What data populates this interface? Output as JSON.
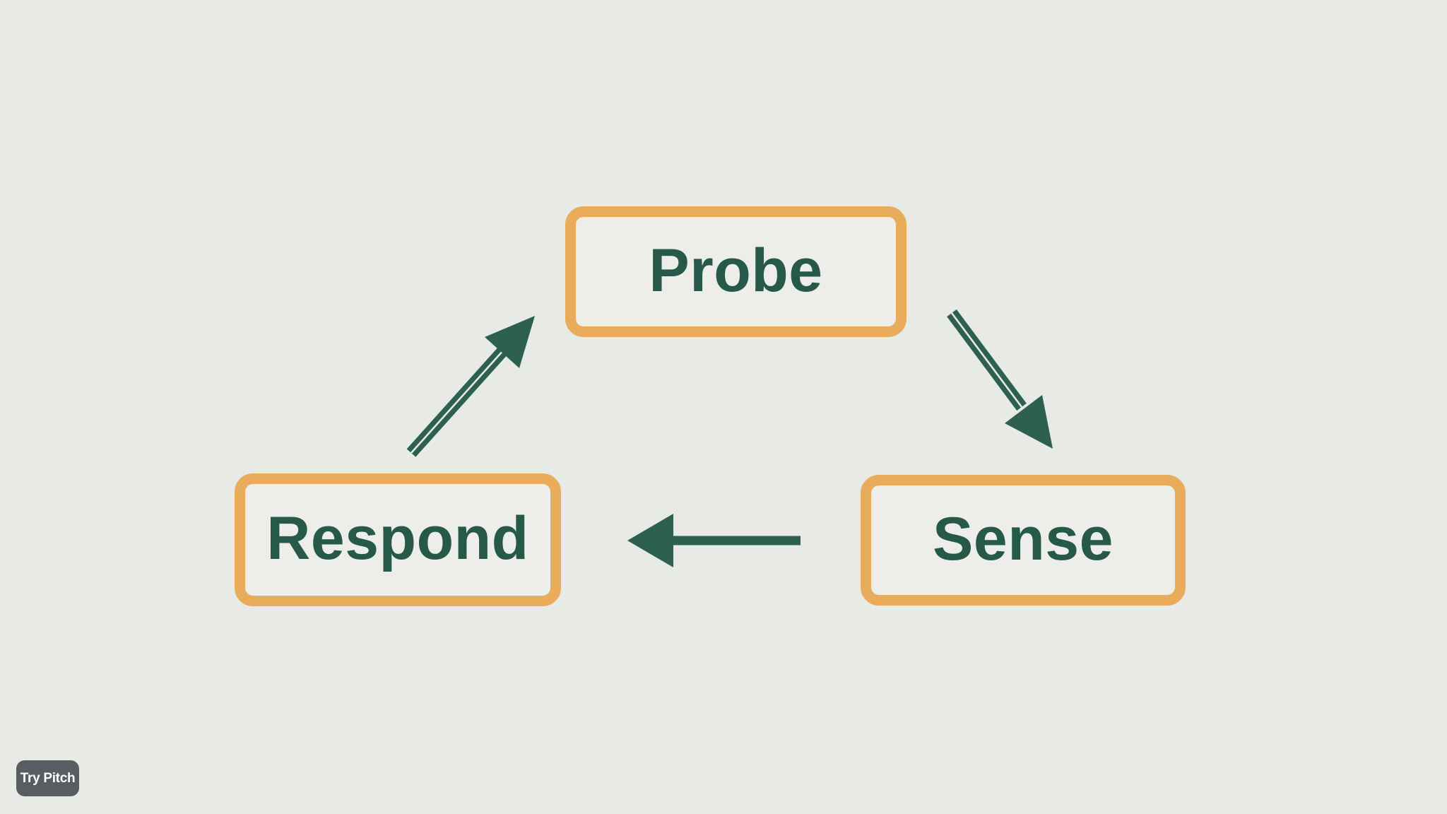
{
  "canvas": {
    "background_color": "#E8EAE6"
  },
  "diagram": {
    "type": "cycle",
    "nodes": [
      {
        "id": "probe",
        "label": "Probe",
        "position": "top-center"
      },
      {
        "id": "respond",
        "label": "Respond",
        "position": "bottom-left"
      },
      {
        "id": "sense",
        "label": "Sense",
        "position": "bottom-right"
      }
    ],
    "edges": [
      {
        "from": "respond",
        "to": "probe",
        "direction": "up-right",
        "style": "double-line-shaft"
      },
      {
        "from": "probe",
        "to": "sense",
        "direction": "down-right",
        "style": "double-line-shaft"
      },
      {
        "from": "sense",
        "to": "respond",
        "direction": "left",
        "style": "solid-shaft"
      }
    ],
    "colors": {
      "node_border": "#E9AC5B",
      "node_fill": "#EDEEEA",
      "node_text": "#26594A",
      "arrow": "#2D6051"
    }
  },
  "badge": {
    "label": "Try Pitch",
    "background": "#595C60",
    "text_color": "#FFFFFF"
  }
}
